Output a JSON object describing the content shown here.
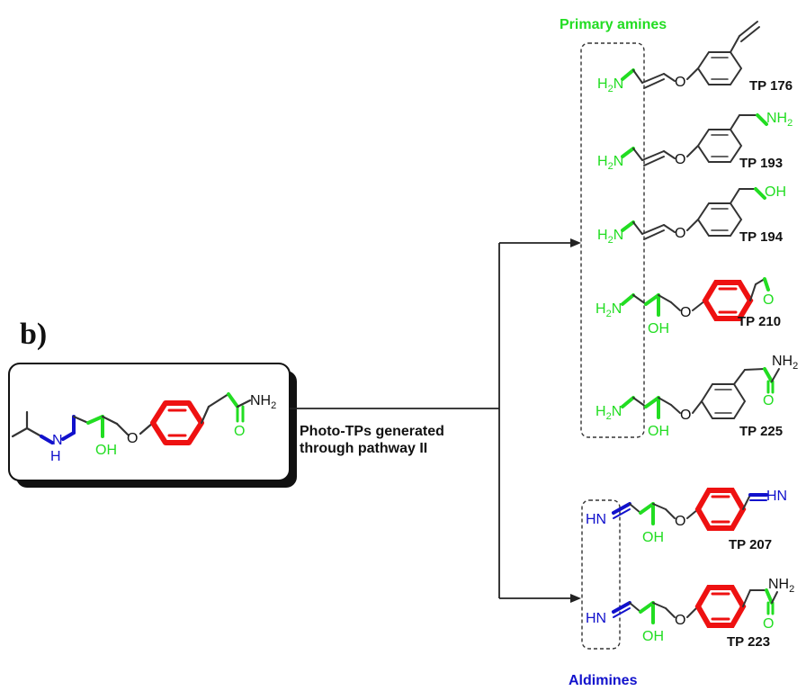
{
  "panel_label": "b)",
  "process": {
    "line1": "Photo-TPs generated",
    "line2": "through pathway II"
  },
  "groups": {
    "primary_amines": "Primary amines",
    "aldimines": "Aldimines"
  },
  "products": [
    {
      "id": "TP 176"
    },
    {
      "id": "TP 193"
    },
    {
      "id": "TP 194"
    },
    {
      "id": "TP 210"
    },
    {
      "id": "TP 225"
    },
    {
      "id": "TP 207"
    },
    {
      "id": "TP 223"
    }
  ],
  "atoms": {
    "nh": "N",
    "h": "H",
    "oh": "OH",
    "o": "O",
    "nh2": "NH",
    "h2n": "H",
    "hn": "HN",
    "sub2": "2"
  },
  "colors": {
    "amine_green": "#22dd22",
    "imine_blue": "#1111cc",
    "ring_red": "#ee1111",
    "bond_dark": "#333333"
  }
}
